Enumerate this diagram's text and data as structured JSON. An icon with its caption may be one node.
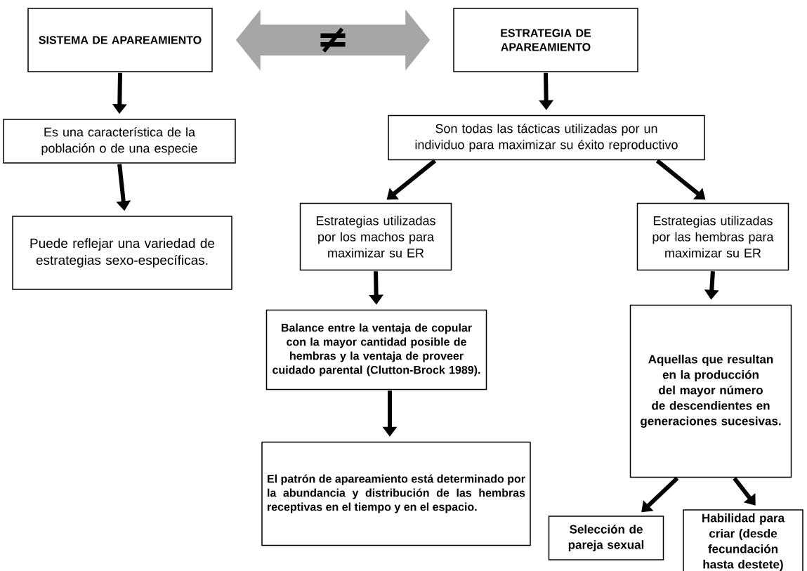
{
  "diagram": {
    "nodes": [
      {
        "text": [
          "SISTEMA DE APAREAMIENTO"
        ]
      },
      {
        "text": [
          "ESTRATEGIA DE APAREAMIENTO"
        ]
      },
      {
        "text": [
          "Es una característica de la población o de una especie"
        ]
      },
      {
        "text": [
          "Puede reflejar una variedad de estrategias sexo-específicas."
        ]
      },
      {
        "text": [
          "Son todas las tácticas utilizadas por un individuo para maximizar su éxito reproductivo"
        ]
      },
      {
        "text": [
          "Estrategias utilizadas por los machos para maximizar su ER"
        ]
      },
      {
        "text": [
          "Estrategias utilizadas por las hembras para maximizar su ER"
        ]
      },
      {
        "text": [
          "Balance entre la ventaja de copular con la mayor cantidad posible de hembras y la ventaja de proveer cuidado parental (Clutton-Brock 1989)."
        ]
      },
      {
        "text": [
          "Aquellas que resultan en la producción del mayor número de descendientes en generaciones sucesivas."
        ]
      },
      {
        "text": [
          "El patrón de apareamiento está determinado por la abundancia y distribución de las hembras receptivas en el tiempo y en el espacio."
        ]
      },
      {
        "text": [
          "Selección de pareja sexual"
        ]
      },
      {
        "text": [
          "Habilidad para criar (desde fecundación hasta destete)"
        ]
      }
    ],
    "edges": [
      {
        "from": 0,
        "to": 1,
        "arrow": "both",
        "label": "≠",
        "style": "thick",
        "color": "#a6a6a6"
      },
      {
        "from": 0,
        "to": 2,
        "arrow": "to"
      },
      {
        "from": 2,
        "to": 3,
        "arrow": "to"
      },
      {
        "from": 1,
        "to": 4,
        "arrow": "to"
      },
      {
        "from": 4,
        "to": 5,
        "arrow": "to"
      },
      {
        "from": 4,
        "to": 6,
        "arrow": "to"
      },
      {
        "from": 5,
        "to": 7,
        "arrow": "to"
      },
      {
        "from": 7,
        "to": 9,
        "arrow": "to"
      },
      {
        "from": 6,
        "to": 8,
        "arrow": "to"
      },
      {
        "from": 8,
        "to": 10,
        "arrow": "to"
      },
      {
        "from": 8,
        "to": 11,
        "arrow": "to"
      }
    ]
  }
}
